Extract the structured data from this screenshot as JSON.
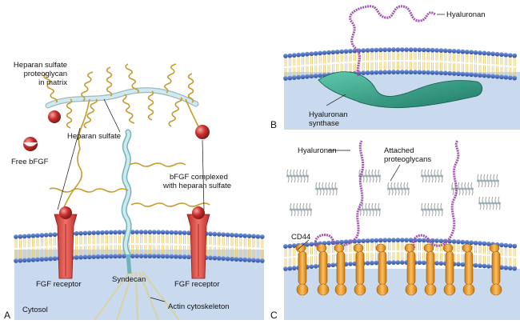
{
  "panels": {
    "a": {
      "letter": "A",
      "labels": {
        "hspg_line1": "Heparan sulfate",
        "hspg_line2": "proteoglycan",
        "hspg_line3": "in matrix",
        "heparan_sulfate": "Heparan sulfate",
        "free_bfgf": "Free bFGF",
        "bfgf_complex_line1": "bFGF complexed",
        "bfgf_complex_line2": "with heparan sulfate",
        "fgf_receptor_left": "FGF receptor",
        "syndecan": "Syndecan",
        "fgf_receptor_right": "FGF receptor",
        "cytosol": "Cytosol",
        "actin": "Actin cytoskeleton"
      }
    },
    "b": {
      "letter": "B",
      "labels": {
        "hyaluronan": "Hyaluronan",
        "synthase_line1": "Hyaluronan",
        "synthase_line2": "synthase"
      }
    },
    "c": {
      "letter": "C",
      "labels": {
        "hyaluronan": "Hyaluronan",
        "attached_line1": "Attached",
        "attached_line2": "proteoglycans",
        "cd44": "CD44"
      }
    }
  },
  "colors": {
    "membrane_head": "#3d63b8",
    "membrane_tail": "#e8c96a",
    "cytosol": "#c9d9ee",
    "heparan": "#c89a2a",
    "core_protein": "#bfe0e6",
    "fgf_receptor": "#e0473e",
    "bfgf": "#c72e2e",
    "hyaluronan": "#a255b0",
    "synthase": "#2f9e85",
    "cd44": "#f0a030"
  },
  "icons": [
    "membrane-bilayer",
    "fgf-receptor-shape",
    "bfgf-sphere",
    "syndecan-strand",
    "hyaluronan-chain",
    "cd44-protein"
  ]
}
